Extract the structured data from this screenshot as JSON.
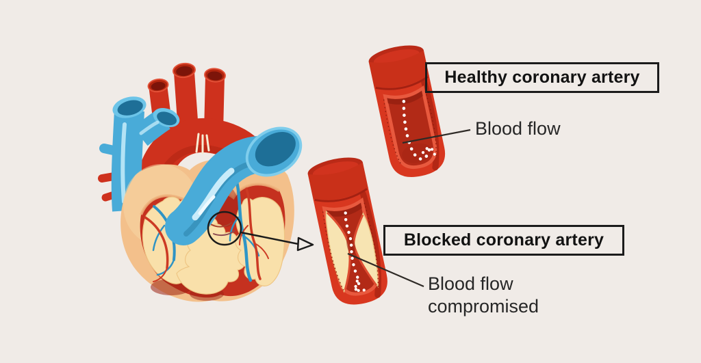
{
  "background_color": "#f0ebe7",
  "labels": {
    "healthy_title": "Healthy coronary artery",
    "healthy_annotation": "Blood flow",
    "blocked_title": "Blocked coronary artery",
    "blocked_annotation": "Blood flow\ncompromised"
  },
  "colors": {
    "artery_red": "#d8371f",
    "artery_shadow_red": "#ad2513",
    "lumen_red": "#b22a17",
    "plaque_cream": "#f7e4b2",
    "vessel_blue": "#49abd8",
    "vessel_blue_dark": "#1e6f97",
    "heart_tan": "#f3c08b",
    "fat_cream": "#f9e0aa",
    "interior_red": "#c5311f",
    "outline_black": "#1b1b1b",
    "flow_dots_white": "#ffffff"
  }
}
